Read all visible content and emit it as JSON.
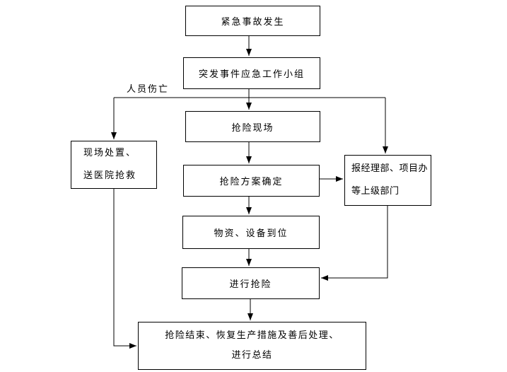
{
  "diagram": {
    "branch_label": "人员伤亡",
    "nodes": {
      "start": {
        "label": "紧急事故发生"
      },
      "workgroup": {
        "label": "突发事件应急工作小组"
      },
      "site": {
        "label": "抢险现场"
      },
      "onsite": {
        "line1": "现场处置、",
        "line2": "送医院抢救"
      },
      "plan": {
        "label": "抢险方案确定"
      },
      "report": {
        "line1": "报经理部、项目办",
        "line2": "等上级部门"
      },
      "materials": {
        "label": "物资、设备到位"
      },
      "rescue": {
        "label": "进行抢险"
      },
      "end": {
        "line1": "抢险结束、恢复生产措施及善后处理、",
        "line2": "进行总结"
      }
    },
    "colors": {
      "line": "#000000",
      "box_border": "#000000",
      "background": "#ffffff",
      "text": "#000000"
    }
  }
}
